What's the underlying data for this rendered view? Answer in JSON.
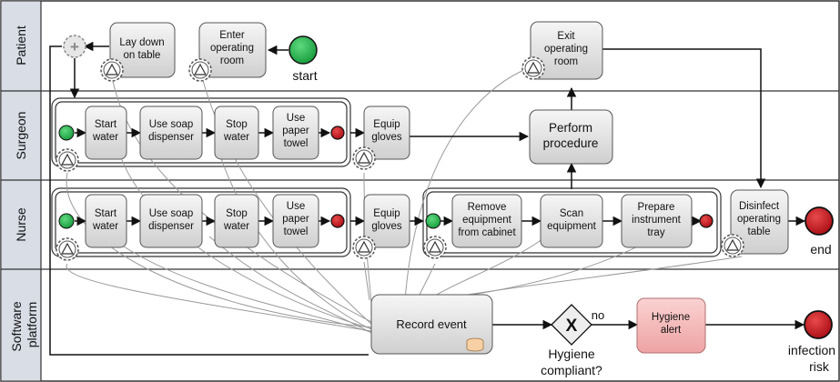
{
  "lanes": [
    {
      "id": "patient",
      "label": "Patient"
    },
    {
      "id": "surgeon",
      "label": "Surgeon"
    },
    {
      "id": "nurse",
      "label": "Nurse"
    },
    {
      "id": "software",
      "label": [
        "Software",
        "platform"
      ]
    }
  ],
  "tasks": {
    "lay_down": [
      "Lay down",
      "on table"
    ],
    "enter_or": [
      "Enter",
      "operating",
      "room"
    ],
    "exit_or": [
      "Exit",
      "operating",
      "room"
    ],
    "s_start_water": [
      "Start",
      "water"
    ],
    "s_soap": [
      "Use soap",
      "dispenser"
    ],
    "s_stop_water": [
      "Stop",
      "water"
    ],
    "s_towel": [
      "Use",
      "paper",
      "towel"
    ],
    "s_gloves": [
      "Equip",
      "gloves"
    ],
    "perform": [
      "Perform",
      "procedure"
    ],
    "n_start_water": [
      "Start",
      "water"
    ],
    "n_soap": [
      "Use soap",
      "dispenser"
    ],
    "n_stop_water": [
      "Stop",
      "water"
    ],
    "n_towel": [
      "Use",
      "paper",
      "towel"
    ],
    "n_gloves": [
      "Equip",
      "gloves"
    ],
    "remove_equipment": [
      "Remove",
      "equipment",
      "from cabinet"
    ],
    "scan_equipment": [
      "Scan",
      "equipment"
    ],
    "prepare_tray": [
      "Prepare",
      "instrument",
      "tray"
    ],
    "disinfect": [
      "Disinfect",
      "operating",
      "table"
    ],
    "record_event": [
      "Record event"
    ],
    "hygiene_alert": [
      "Hygiene",
      "alert"
    ]
  },
  "events": {
    "start": "start",
    "end": "end",
    "infection_risk": [
      "infection",
      "risk"
    ]
  },
  "gateway": {
    "symbol": "X",
    "label": [
      "Hygiene",
      "compliant?"
    ],
    "no_label": "no"
  },
  "gateway_plus_symbol": "+",
  "colors": {
    "start_event": "#22b04a",
    "end_event": "#c8141e",
    "lane_header": "#d8dde6",
    "task": "#e4e4e4",
    "alert_task": "#f4b6b6",
    "association": "#9a9a9a"
  }
}
